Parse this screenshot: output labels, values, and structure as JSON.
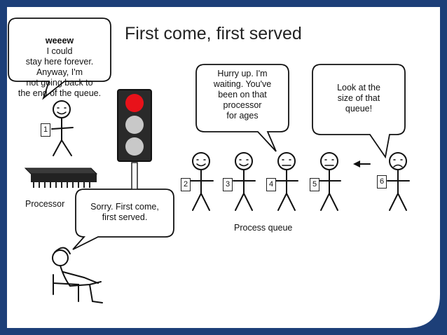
{
  "title": "First come, first served",
  "bubbles": {
    "processor_stickman": {
      "exclamation": "weeew",
      "text": "I could\nstay here forever.\nAnyway, I'm\nnot going back to\nthe end of the queue."
    },
    "hurry": "Hurry up. I'm\nwaiting. You've\nbeen on that\nprocessor\nfor ages",
    "queue_size": "Look at the\nsize of that\nqueue!",
    "sorry": "Sorry. First come,\nfirst served."
  },
  "labels": {
    "processor": "Processor",
    "queue": "Process queue"
  },
  "numbers": [
    "1",
    "2",
    "3",
    "4",
    "5",
    "6"
  ],
  "traffic_light": {
    "top": "red",
    "middle": "off",
    "bottom": "off"
  },
  "colors": {
    "frame": "#1d3f78",
    "slide": "#ffffff",
    "red_light": "#e8121a",
    "off_light": "#c8c8c8"
  }
}
